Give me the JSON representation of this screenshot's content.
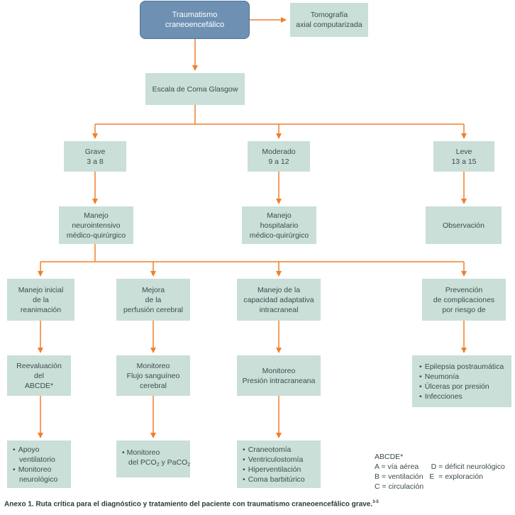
{
  "diagram": {
    "root": [
      "Traumatismo",
      "craneoencefálico"
    ],
    "ct": [
      "Tomografía",
      "axial computarizada"
    ],
    "glasgow": [
      "Escala de Coma Glasgow"
    ],
    "grave": [
      "Grave",
      "3 a 8"
    ],
    "moderado": [
      "Moderado",
      "9 a 12"
    ],
    "leve": [
      "Leve",
      "13 a 15"
    ],
    "manejo_neuro": [
      "Manejo",
      "neurointensivo",
      "médico-quirúrgico"
    ],
    "manejo_hosp": [
      "Manejo",
      "hospitalario",
      "médico-quirúrgico"
    ],
    "observacion": [
      "Observación"
    ],
    "manejo_inicial": [
      "Manejo inicial",
      "de la",
      "reanimación"
    ],
    "mejora": [
      "Mejora",
      "de la",
      "perfusión cerebral"
    ],
    "manejo_capacidad": [
      "Manejo de la",
      "capacidad adaptativa",
      "intracraneal"
    ],
    "prevencion": [
      "Prevención",
      "de complicaciones",
      "por riesgo de"
    ],
    "reevaluacion": [
      "Reevaluación",
      "del",
      "ABCDE*"
    ],
    "monitoreo_flujo": [
      "Monitoreo",
      "Flujo sanguíneo",
      "cerebral"
    ],
    "monitoreo_presion": [
      "Monitoreo",
      "Presión intracraneana"
    ],
    "complicaciones": [
      "Epilepsia postraumática",
      "Neumonía",
      "Úlceras por presión",
      "Infecciones"
    ],
    "apoyo": [
      "Apoyo ventilatorio",
      "Monitoreo neurológico"
    ],
    "monitoreo_gases": {
      "line1": "Monitoreo",
      "pre": "del PCO",
      "sub1": "2",
      "mid": " y PaCO",
      "sub2": "2"
    },
    "cirugia": [
      "Craneotomía",
      "Ventriculostomía",
      "Hiperventilación",
      "Coma barbitúrico"
    ]
  },
  "legend": {
    "title": "ABCDE*",
    "row1": "A = vía aérea      D = déficit neurológico",
    "row2": "B = ventilación   E  = exploración",
    "row3": "C = circulación"
  },
  "caption": {
    "text": "Anexo 1. Ruta crítica para el diagnóstico y tratamiento del paciente con traumatismo craneoencefálico grave.",
    "ref": "3-5"
  },
  "colors": {
    "box_fill": "#c9dfd8",
    "root_fill": "#6d90b3",
    "connector": "#f07f2a"
  }
}
